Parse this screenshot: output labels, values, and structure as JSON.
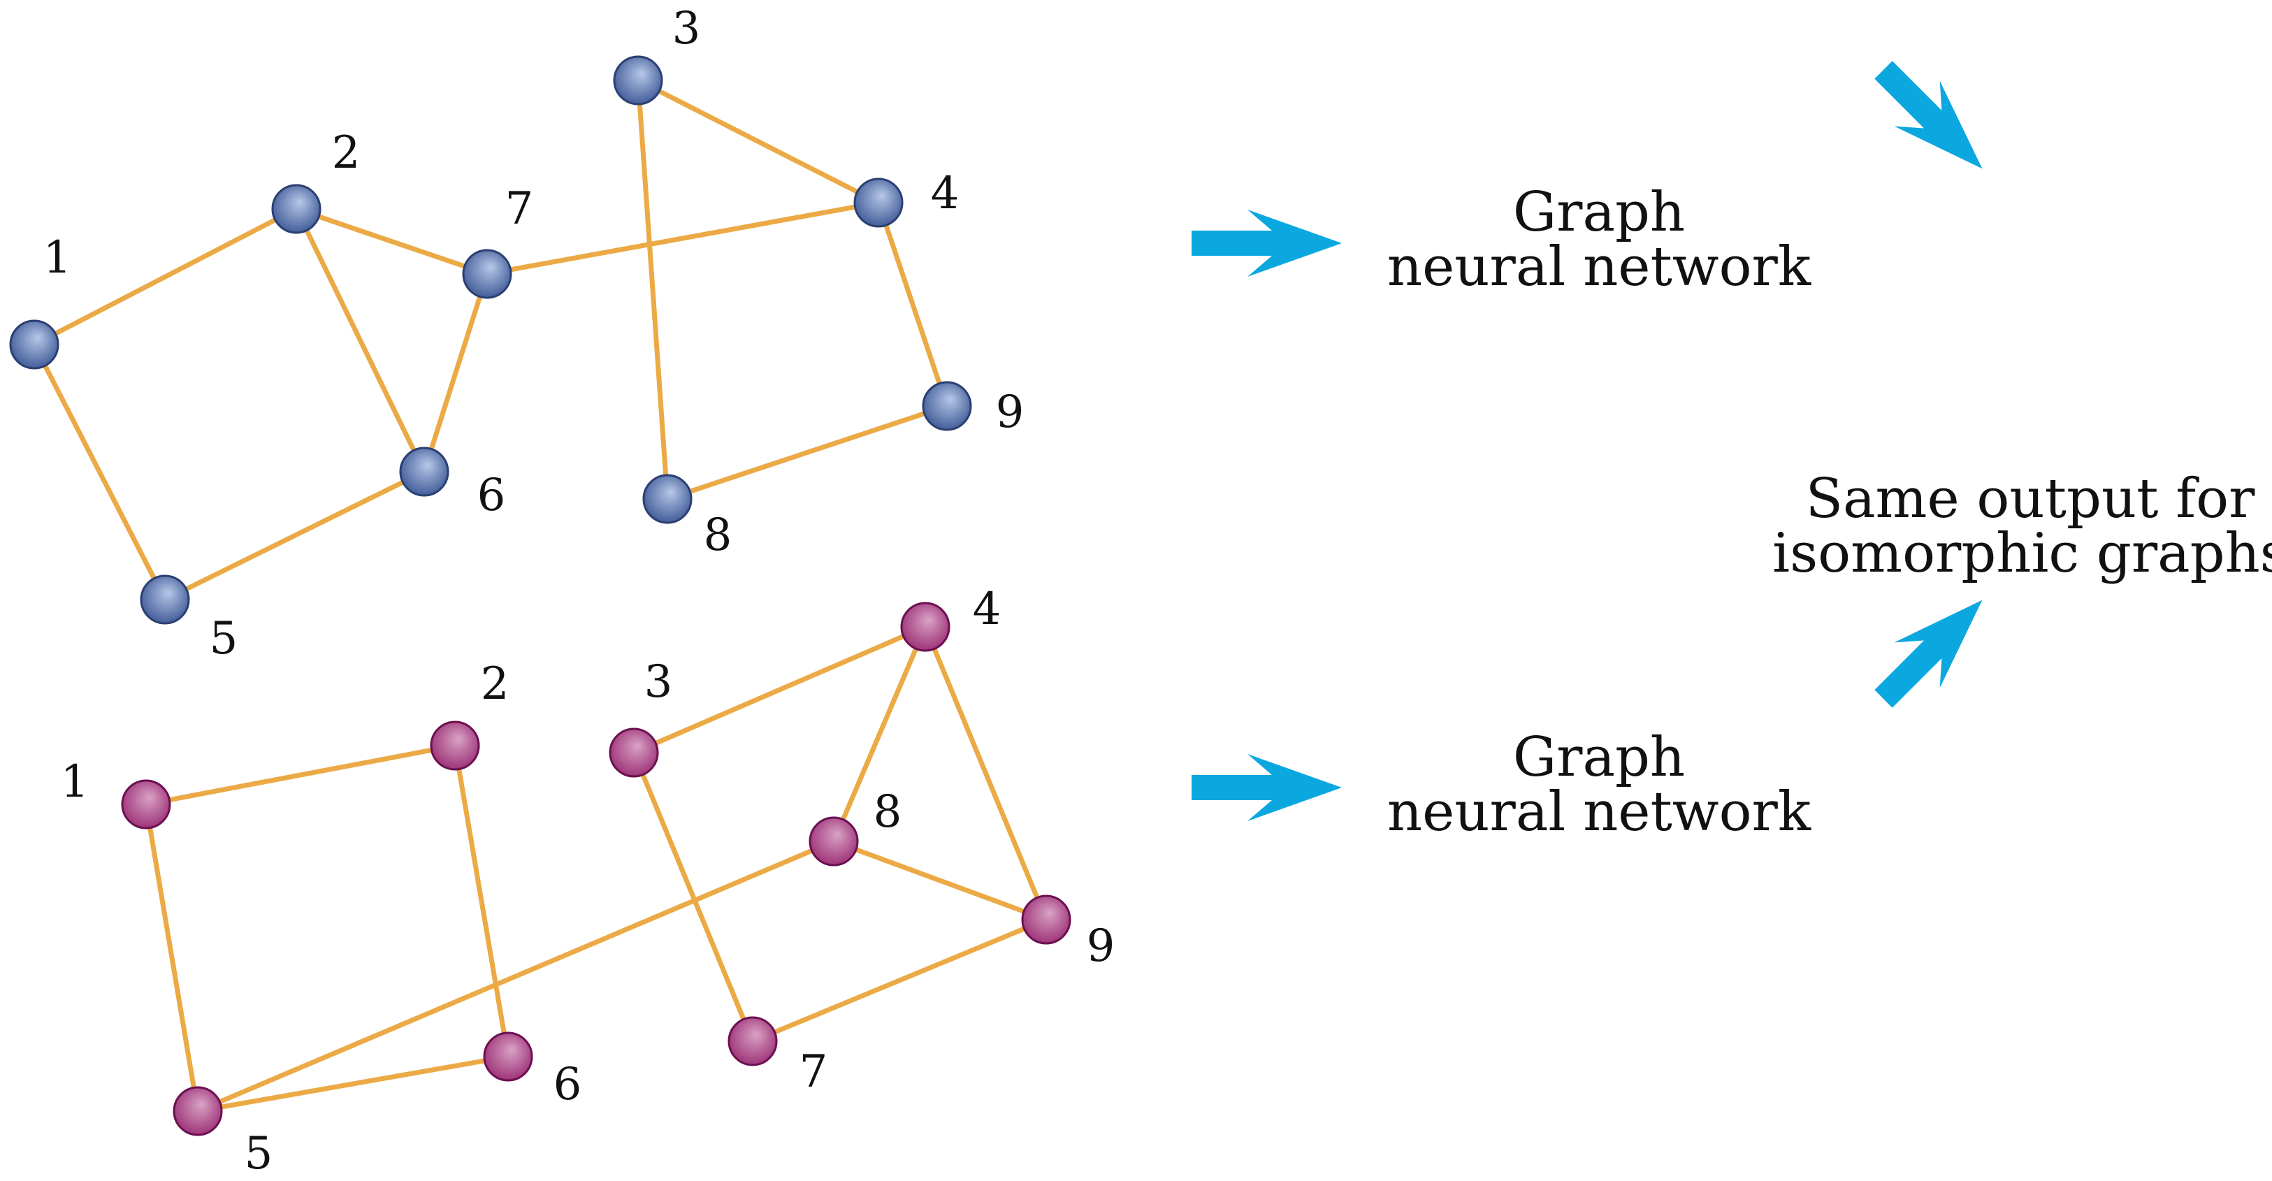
{
  "colors": {
    "edge": "#EBAA45",
    "arrow": "#0BA8E0",
    "graph_a_node_center": "#B7C8E8",
    "graph_a_node_edge": "#3B5694",
    "graph_a_node_stroke": "#2B3F72",
    "graph_b_node_center": "#D9A3C6",
    "graph_b_node_edge": "#9A2C73",
    "graph_b_node_stroke": "#6B1050"
  },
  "graph_a": {
    "nodes": [
      {
        "id": "1",
        "label": "1"
      },
      {
        "id": "2",
        "label": "2"
      },
      {
        "id": "3",
        "label": "3"
      },
      {
        "id": "4",
        "label": "4"
      },
      {
        "id": "5",
        "label": "5"
      },
      {
        "id": "6",
        "label": "6"
      },
      {
        "id": "7",
        "label": "7"
      },
      {
        "id": "8",
        "label": "8"
      },
      {
        "id": "9",
        "label": "9"
      }
    ],
    "edges": [
      [
        "1",
        "2"
      ],
      [
        "1",
        "5"
      ],
      [
        "2",
        "6"
      ],
      [
        "2",
        "7"
      ],
      [
        "5",
        "6"
      ],
      [
        "6",
        "7"
      ],
      [
        "7",
        "4"
      ],
      [
        "3",
        "4"
      ],
      [
        "3",
        "8"
      ],
      [
        "4",
        "9"
      ],
      [
        "8",
        "9"
      ]
    ]
  },
  "graph_b": {
    "nodes": [
      {
        "id": "1",
        "label": "1"
      },
      {
        "id": "2",
        "label": "2"
      },
      {
        "id": "3",
        "label": "3"
      },
      {
        "id": "4",
        "label": "4"
      },
      {
        "id": "5",
        "label": "5"
      },
      {
        "id": "6",
        "label": "6"
      },
      {
        "id": "7",
        "label": "7"
      },
      {
        "id": "8",
        "label": "8"
      },
      {
        "id": "9",
        "label": "9"
      }
    ],
    "edges": [
      [
        "1",
        "2"
      ],
      [
        "1",
        "5"
      ],
      [
        "2",
        "6"
      ],
      [
        "5",
        "6"
      ],
      [
        "5",
        "8"
      ],
      [
        "3",
        "4"
      ],
      [
        "3",
        "7"
      ],
      [
        "4",
        "8"
      ],
      [
        "4",
        "9"
      ],
      [
        "8",
        "9"
      ],
      [
        "7",
        "9"
      ]
    ]
  },
  "captions": {
    "gnn_top": [
      "Graph",
      "neural network"
    ],
    "gnn_bottom": [
      "Graph",
      "neural network"
    ],
    "output": [
      "Same output for",
      "isomorphic graphs"
    ]
  }
}
